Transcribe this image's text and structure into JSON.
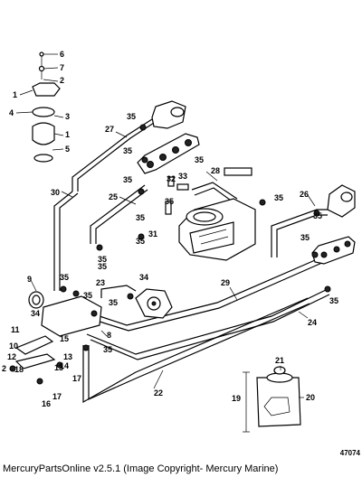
{
  "catalog_number": "47074",
  "footer": {
    "credit": "MercuryPartsOnline v2.5.1 (Image Copyright- Mercury Marine)"
  },
  "callouts": {
    "c1a": "1",
    "c1b": "1",
    "c2a": "2",
    "c2b": "2",
    "c3": "3",
    "c4": "4",
    "c5": "5",
    "c6": "6",
    "c7": "7",
    "c8": "8",
    "c9": "9",
    "c10": "10",
    "c11": "11",
    "c12": "12",
    "c13a": "13",
    "c13b": "13",
    "c14": "14",
    "c15": "15",
    "c16": "16",
    "c17a": "17",
    "c17b": "17",
    "c18": "18",
    "c19": "19",
    "c20": "20",
    "c21": "21",
    "c22": "22",
    "c23": "23",
    "c24": "24",
    "c25": "25",
    "c26": "26",
    "c27": "27",
    "c28": "28",
    "c29": "29",
    "c30": "30",
    "c31": "31",
    "c32": "32",
    "c33": "33",
    "c34a": "34",
    "c34b": "34",
    "c35a": "35",
    "c35b": "35",
    "c35c": "35",
    "c35d": "35",
    "c35e": "35",
    "c35f": "35",
    "c35g": "35",
    "c35h": "35",
    "c35i": "35",
    "c35j": "35",
    "c35k": "35",
    "c35l": "35",
    "c35m": "35",
    "c35n": "35",
    "c35o": "35"
  }
}
